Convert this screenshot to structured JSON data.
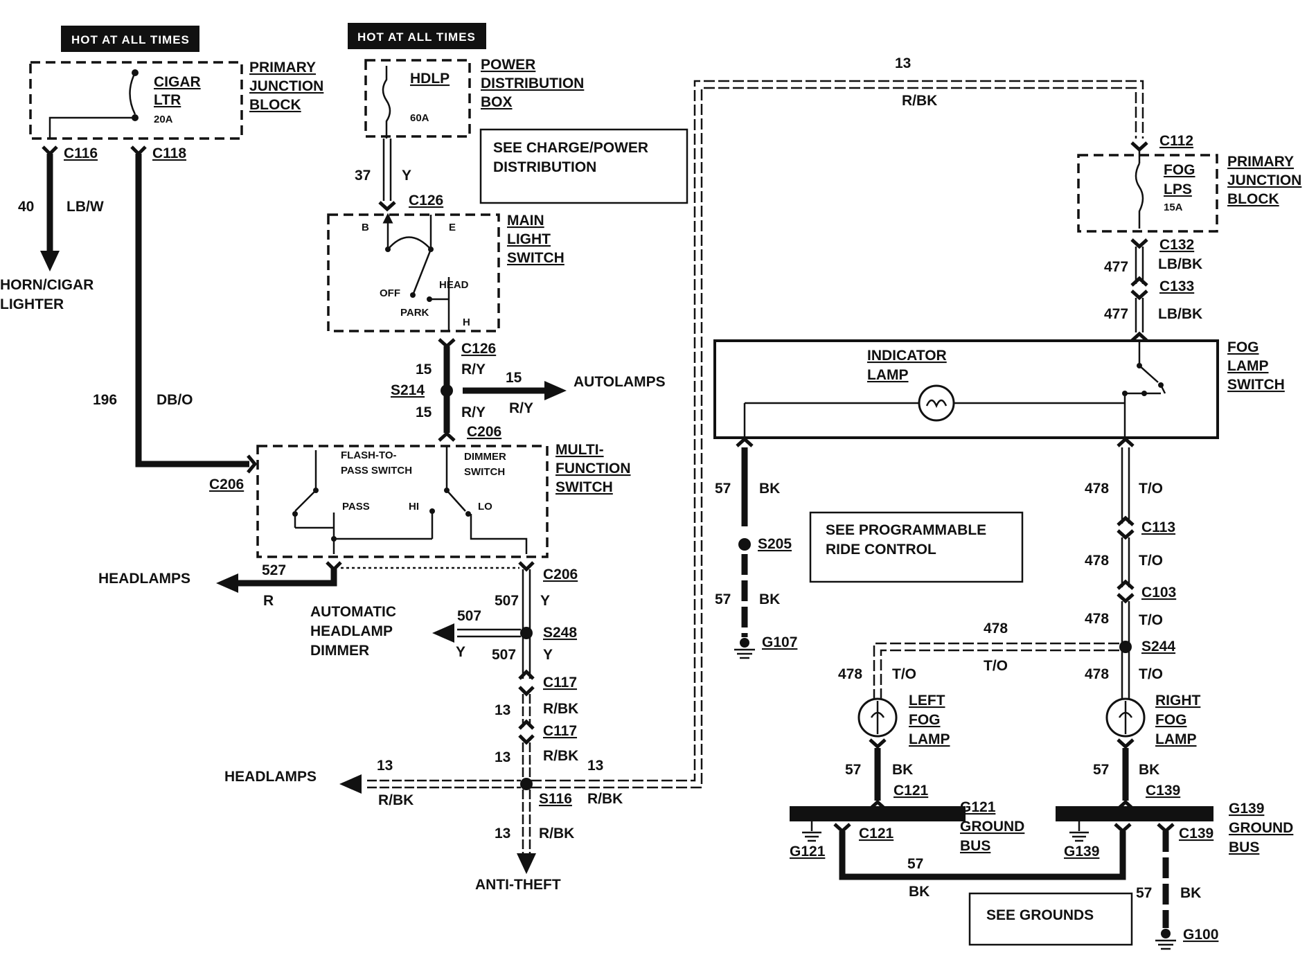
{
  "hot_labels": [
    "HOT AT ALL TIMES",
    "HOT AT ALL TIMES"
  ],
  "primary_junction_block_left": [
    "PRIMARY",
    "JUNCTION",
    "BLOCK"
  ],
  "cigar_fuse": [
    "CIGAR",
    "LTR",
    "20A"
  ],
  "power_distribution_box": [
    "POWER",
    "DISTRIBUTION",
    "BOX"
  ],
  "hdlp_fuse": [
    "HDLP",
    "60A"
  ],
  "see_charge": [
    "SEE CHARGE/POWER",
    "DISTRIBUTION"
  ],
  "main_light_switch": [
    "MAIN",
    "LIGHT",
    "SWITCH"
  ],
  "main_switch_terms": [
    "B",
    "E",
    "OFF",
    "HEAD",
    "PARK",
    "H"
  ],
  "horn_cigar": [
    "HORN/CIGAR",
    "LIGHTER"
  ],
  "autolamps": "AUTOLAMPS",
  "multi_function_switch": [
    "MULTI-",
    "FUNCTION",
    "SWITCH"
  ],
  "flash_to_pass": [
    "FLASH-TO-",
    "PASS SWITCH"
  ],
  "dimmer_switch": [
    "DIMMER",
    "SWITCH"
  ],
  "mf_terms": [
    "PASS",
    "HI",
    "LO"
  ],
  "headlamps_left": "HEADLAMPS",
  "headlamps_bottom": "HEADLAMPS",
  "automatic_headlamp_dimmer": [
    "AUTOMATIC",
    "HEADLAMP",
    "DIMMER"
  ],
  "anti_theft": "ANTI-THEFT",
  "primary_junction_block_right": [
    "PRIMARY",
    "JUNCTION",
    "BLOCK"
  ],
  "fog_fuse": [
    "FOG",
    "LPS",
    "15A"
  ],
  "fog_lamp_switch": [
    "FOG",
    "LAMP",
    "SWITCH"
  ],
  "indicator_lamp": [
    "INDICATOR",
    "LAMP"
  ],
  "see_programmable": [
    "SEE PROGRAMMABLE",
    "RIDE CONTROL"
  ],
  "left_fog_lamp": [
    "LEFT",
    "FOG",
    "LAMP"
  ],
  "right_fog_lamp": [
    "RIGHT",
    "FOG",
    "LAMP"
  ],
  "g121_bus": [
    "G121",
    "GROUND",
    "BUS"
  ],
  "g139_bus": [
    "G139",
    "GROUND",
    "BUS"
  ],
  "see_grounds": "SEE GROUNDS",
  "connectors": {
    "c116": "C116",
    "c118": "C118",
    "c126_top": "C126",
    "c126_bot": "C126",
    "s214": "S214",
    "c206_top": "C206",
    "c206_left": "C206",
    "c206_bot": "C206",
    "s248": "S248",
    "c117_a": "C117",
    "c117_b": "C117",
    "s116": "S116",
    "c112": "C112",
    "c132": "C132",
    "c133": "C133",
    "s205": "S205",
    "g107": "G107",
    "c113": "C113",
    "c103": "C103",
    "s244": "S244",
    "c121_top": "C121",
    "c121_bot": "C121",
    "g121": "G121",
    "c139_top": "C139",
    "c139_bot": "C139",
    "g139": "G139",
    "g100": "G100"
  },
  "wires": {
    "w40": "40",
    "lbw": "LB/W",
    "w196": "196",
    "dbo": "DB/O",
    "w37": "37",
    "y_top": "Y",
    "w15_a": "15",
    "ry_a": "R/Y",
    "w15_b": "15",
    "ry_b": "R/Y",
    "w15_c": "15",
    "ry_c": "R/Y",
    "w527": "527",
    "r": "R",
    "w507_a": "507",
    "y_a": "Y",
    "w507_b": "507",
    "y_b": "Y",
    "w507_c": "507",
    "y_c": "Y",
    "w13_a": "13",
    "rbk_a": "R/BK",
    "w13_b": "13",
    "rbk_b": "R/BK",
    "w13_c": "13",
    "rbk_c": "R/BK",
    "w13_d": "13",
    "rbk_d": "R/BK",
    "w13_e": "13",
    "rbk_e": "R/BK",
    "w13_top": "13",
    "rbk_top": "R/BK",
    "w477_a": "477",
    "lbbk_a": "LB/BK",
    "w477_b": "477",
    "lbbk_b": "LB/BK",
    "w57_a": "57",
    "bk_a": "BK",
    "w57_b": "57",
    "bk_b": "BK",
    "w478_a": "478",
    "to_a": "T/O",
    "w478_b": "478",
    "to_b": "T/O",
    "w478_c": "478",
    "to_c": "T/O",
    "w478_d": "478",
    "to_d": "T/O",
    "w478_e": "478",
    "to_e": "T/O",
    "w478_f": "478",
    "to_f": "T/O",
    "w57_c": "57",
    "bk_c": "BK",
    "w57_d": "57",
    "bk_d": "BK",
    "w57_e": "57",
    "bk_e": "BK",
    "w57_f": "57",
    "bk_f": "BK"
  }
}
